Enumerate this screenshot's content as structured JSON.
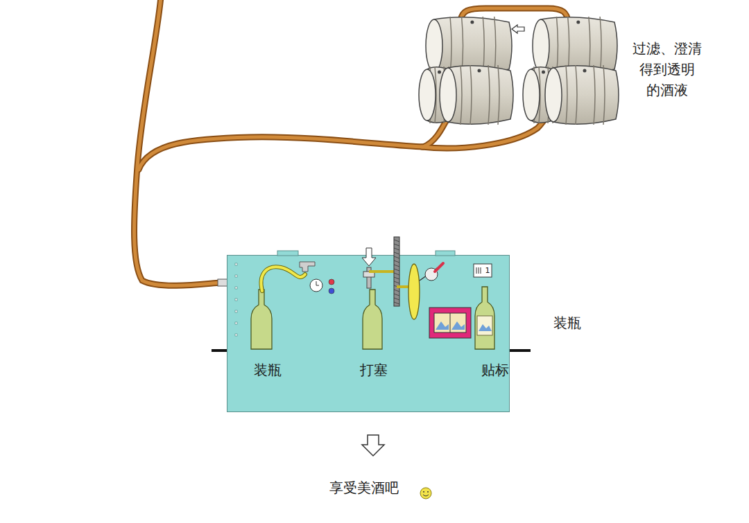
{
  "diagram": {
    "nodes": [
      {
        "text": [
          "装瓶",
          "打塞",
          "贴标"
        ]
      }
    ],
    "labels": [
      "过滤、澄清 得到透明 的酒液",
      "1",
      "装瓶",
      "享受美酒吧"
    ]
  }
}
